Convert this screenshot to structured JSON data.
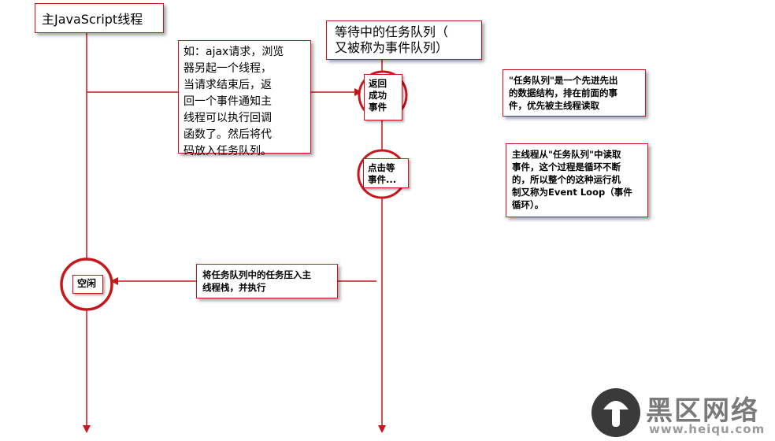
{
  "lanes": {
    "main_thread": "主JavaScript线程",
    "queue_line1": "等待中的任务队列（",
    "queue_line2": "又被称为事件队列）"
  },
  "notes": {
    "ajax": [
      "如：ajax请求，浏览",
      "器另起一个线程，",
      "当请求结束后，返",
      "回一个事件通知主",
      "线程可以执行回调",
      "函数了。然后将代",
      "码放入任务队列。"
    ],
    "queue_def": [
      "\"任务队列\"是一个先进先出",
      "的数据结构，排在前面的事",
      "件，优先被主线程读取"
    ],
    "event_loop": [
      "主线程从\"任务队列\"中读取",
      "事件，这个过程是循环不断",
      "的，所以整个的这种运行机",
      "制又称为Event Loop（事件",
      "循环）。"
    ],
    "push": [
      "将任务队列中的任务压入主",
      "线程栈，并执行"
    ]
  },
  "events": {
    "success": [
      "返回",
      "成功",
      "事件"
    ],
    "click": [
      "点击等",
      "事件..."
    ],
    "idle": "空闲"
  },
  "watermark": {
    "brand": "黑区网络",
    "url": "www.heiqu.com"
  },
  "colors": {
    "line": "#c8161d",
    "accent": "#e01b22"
  }
}
